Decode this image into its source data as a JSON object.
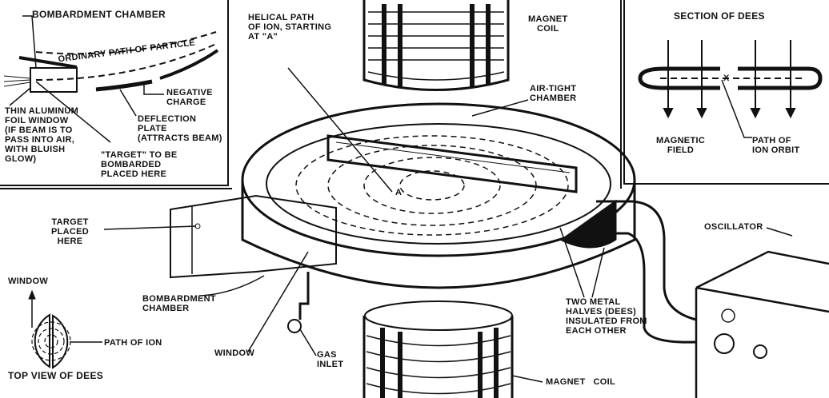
{
  "inset_left": {
    "title": "BOMBARDMENT CHAMBER",
    "ordinary_path": "ORDINARY PATH OF PARTICLE",
    "negative_charge": "NEGATIVE\nCHARGE",
    "deflection_plate": "DEFLECTION\nPLATE\n(ATTRACTS BEAM)",
    "foil_window": "THIN ALUMINUM\nFOIL WINDOW\n(IF BEAM IS TO\nPASS INTO AIR,\nWITH BLUISH\nGLOW)",
    "target": "\"TARGET\" TO BE\nBOMBARDED\nPLACED HERE"
  },
  "inset_right": {
    "title": "SECTION OF DEES",
    "magnetic_field": "MAGNETIC\nFIELD",
    "ion_orbit": "PATH OF\nION ORBIT",
    "marker": "X"
  },
  "main": {
    "helical_path": "HELICAL PATH\nOF ION, STARTING\nAT \"A\"",
    "point_a": "A",
    "magnet_coil_top": "MAGNET\nCOIL",
    "air_tight": "AIR-TIGHT\nCHAMBER",
    "target_here": "TARGET\nPLACED\nHERE",
    "oscillator": "OSCILLATOR",
    "bombardment_chamber": "BOMBARDMENT\nCHAMBER",
    "window": "WINDOW",
    "gas_inlet": "GAS\nINLET",
    "dees": "TWO METAL\nHALVES (DEES)\nINSULATED FROM\nEACH OTHER",
    "magnet_coil_bottom": "MAGNET   COIL"
  },
  "top_view": {
    "window": "WINDOW",
    "path_of_ion": "PATH OF ION",
    "title": "TOP VIEW OF DEES"
  }
}
